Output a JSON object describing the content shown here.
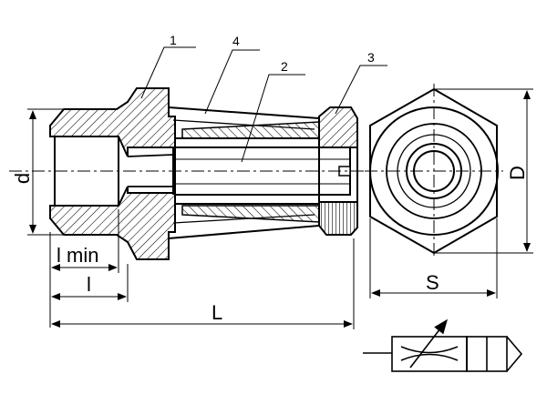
{
  "callouts": {
    "c1": "1",
    "c2": "2",
    "c3": "3",
    "c4": "4"
  },
  "dimensions": {
    "d": "d",
    "l_min": "l min",
    "l": "l",
    "L": "L",
    "S": "S",
    "D": "D"
  }
}
